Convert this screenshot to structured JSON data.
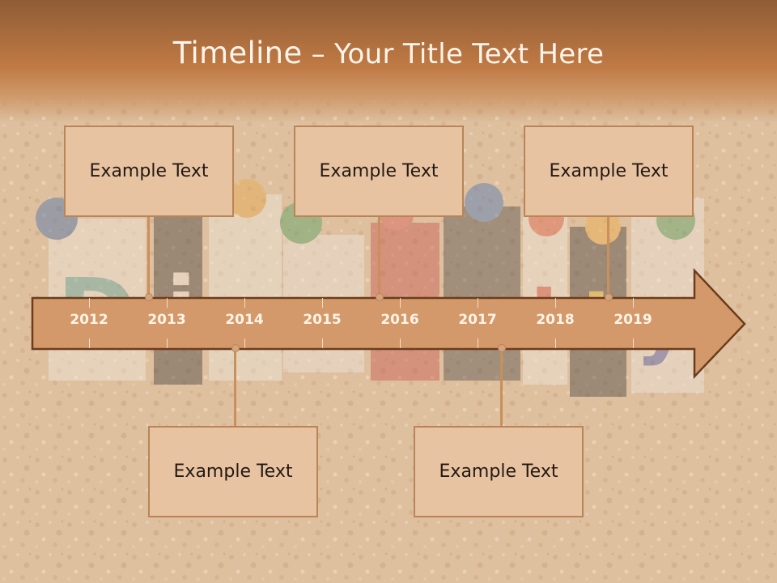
{
  "title": {
    "lead": "Timeline",
    "rest": " – Your Title Text Here"
  },
  "timeline": {
    "years": [
      "2012",
      "2013",
      "2014",
      "2015",
      "2016",
      "2017",
      "2018",
      "2019"
    ]
  },
  "callouts_top": [
    {
      "text": "Example Text"
    },
    {
      "text": "Example Text"
    },
    {
      "text": "Example Text"
    }
  ],
  "callouts_bottom": [
    {
      "text": "Example Text"
    },
    {
      "text": "Example Text"
    }
  ],
  "colors": {
    "header_top": "#8f5c36",
    "header_bottom": "#c07a44",
    "box_fill": "#e8c3a1",
    "box_border": "#b98458",
    "arrow_fill": "#d4996a",
    "arrow_stroke": "#6b3c1e"
  }
}
